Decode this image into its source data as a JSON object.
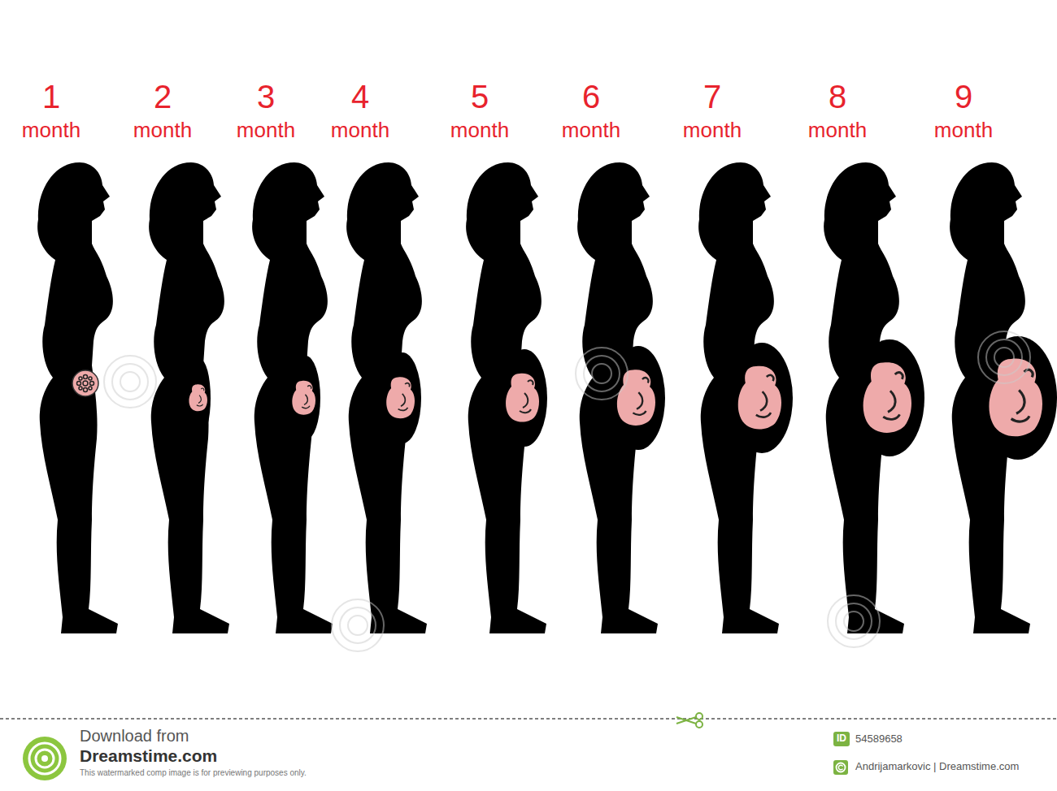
{
  "diagram": {
    "nodes": [
      {
        "text": [
          "ID"
        ]
      }
    ],
    "labels": [
      "1",
      "month",
      "2",
      "month",
      "3",
      "month",
      "4",
      "month",
      "5",
      "month",
      "6",
      "month",
      "7",
      "month",
      "8",
      "month",
      "9",
      "month",
      "Download from",
      "Dreamstime.com",
      "This watermarked comp image is for previewing purposes only.",
      "54589658",
      "Andrijamarkovic | Dreamstime.com"
    ]
  }
}
